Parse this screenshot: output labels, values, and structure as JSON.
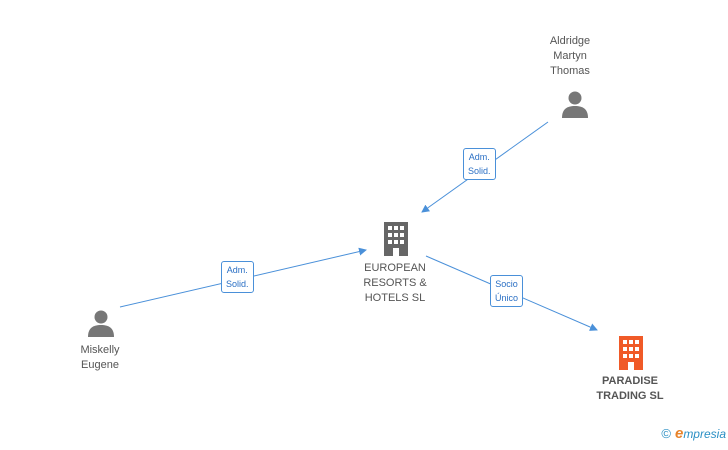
{
  "nodes": {
    "aldridge": {
      "label": "Aldridge\nMartyn\nThomas",
      "type": "person"
    },
    "miskelly": {
      "label": "Miskelly\nEugene",
      "type": "person"
    },
    "european": {
      "label": "EUROPEAN\nRESORTS &\nHOTELS SL",
      "type": "company"
    },
    "paradise": {
      "label": "PARADISE\nTRADING SL",
      "type": "company-focus"
    }
  },
  "edges": {
    "aldridge_european": {
      "label": "Adm.\nSolid."
    },
    "miskelly_european": {
      "label": "Adm.\nSolid."
    },
    "european_paradise": {
      "label": "Socio\nÚnico"
    }
  },
  "colors": {
    "edge": "#4a90d9",
    "person_icon": "#777777",
    "company_icon": "#666666",
    "focus_icon": "#f05a28"
  },
  "watermark": {
    "copyright": "©",
    "brand_initial": "e",
    "brand_rest": "mpresia"
  }
}
